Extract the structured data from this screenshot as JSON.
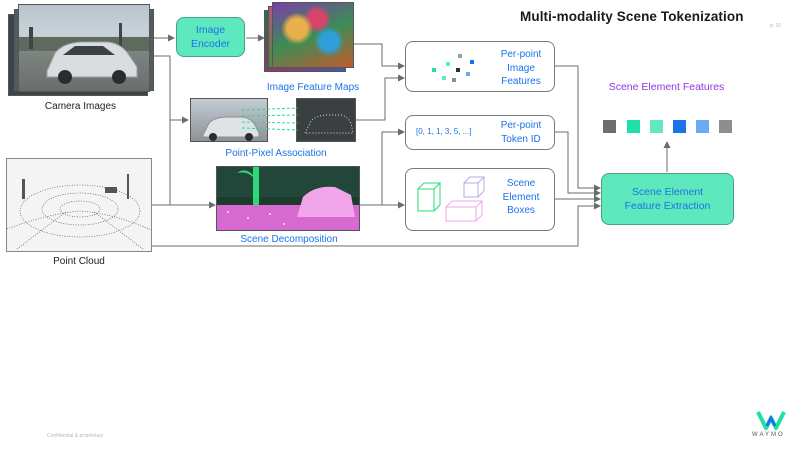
{
  "title": "Multi-modality Scene Tokenization",
  "slide_number": "p. 10",
  "labels": {
    "camera_images": "Camera Images",
    "point_cloud": "Point Cloud",
    "image_encoder": "Image Encoder",
    "image_feature_maps": "Image Feature Maps",
    "point_pixel_association": "Point-Pixel Association",
    "scene_decomposition": "Scene Decomposition",
    "per_point_image_features": "Per-point Image Features",
    "per_point_token_id": "Per-point Token ID",
    "token_id_values": "[0, 1, 1, 3, 5, ...]",
    "scene_element_boxes": "Scene Element Boxes",
    "scene_element_feature_extraction": "Scene Element Feature Extraction",
    "scene_element_features": "Scene Element Features"
  },
  "feature_colors": [
    "#6d6e70",
    "#1ee0a6",
    "#63e8c6",
    "#1a73e8",
    "#6aaaf2",
    "#8c8f91"
  ],
  "colors": {
    "teal_box": "#5ee8bd",
    "blue_text": "#1a73e8",
    "purple_text": "#9334e6",
    "arrow": "#6b6b6b"
  },
  "footer": {
    "confidential": "Confidential & proprietary",
    "brand": "WAYMO"
  }
}
